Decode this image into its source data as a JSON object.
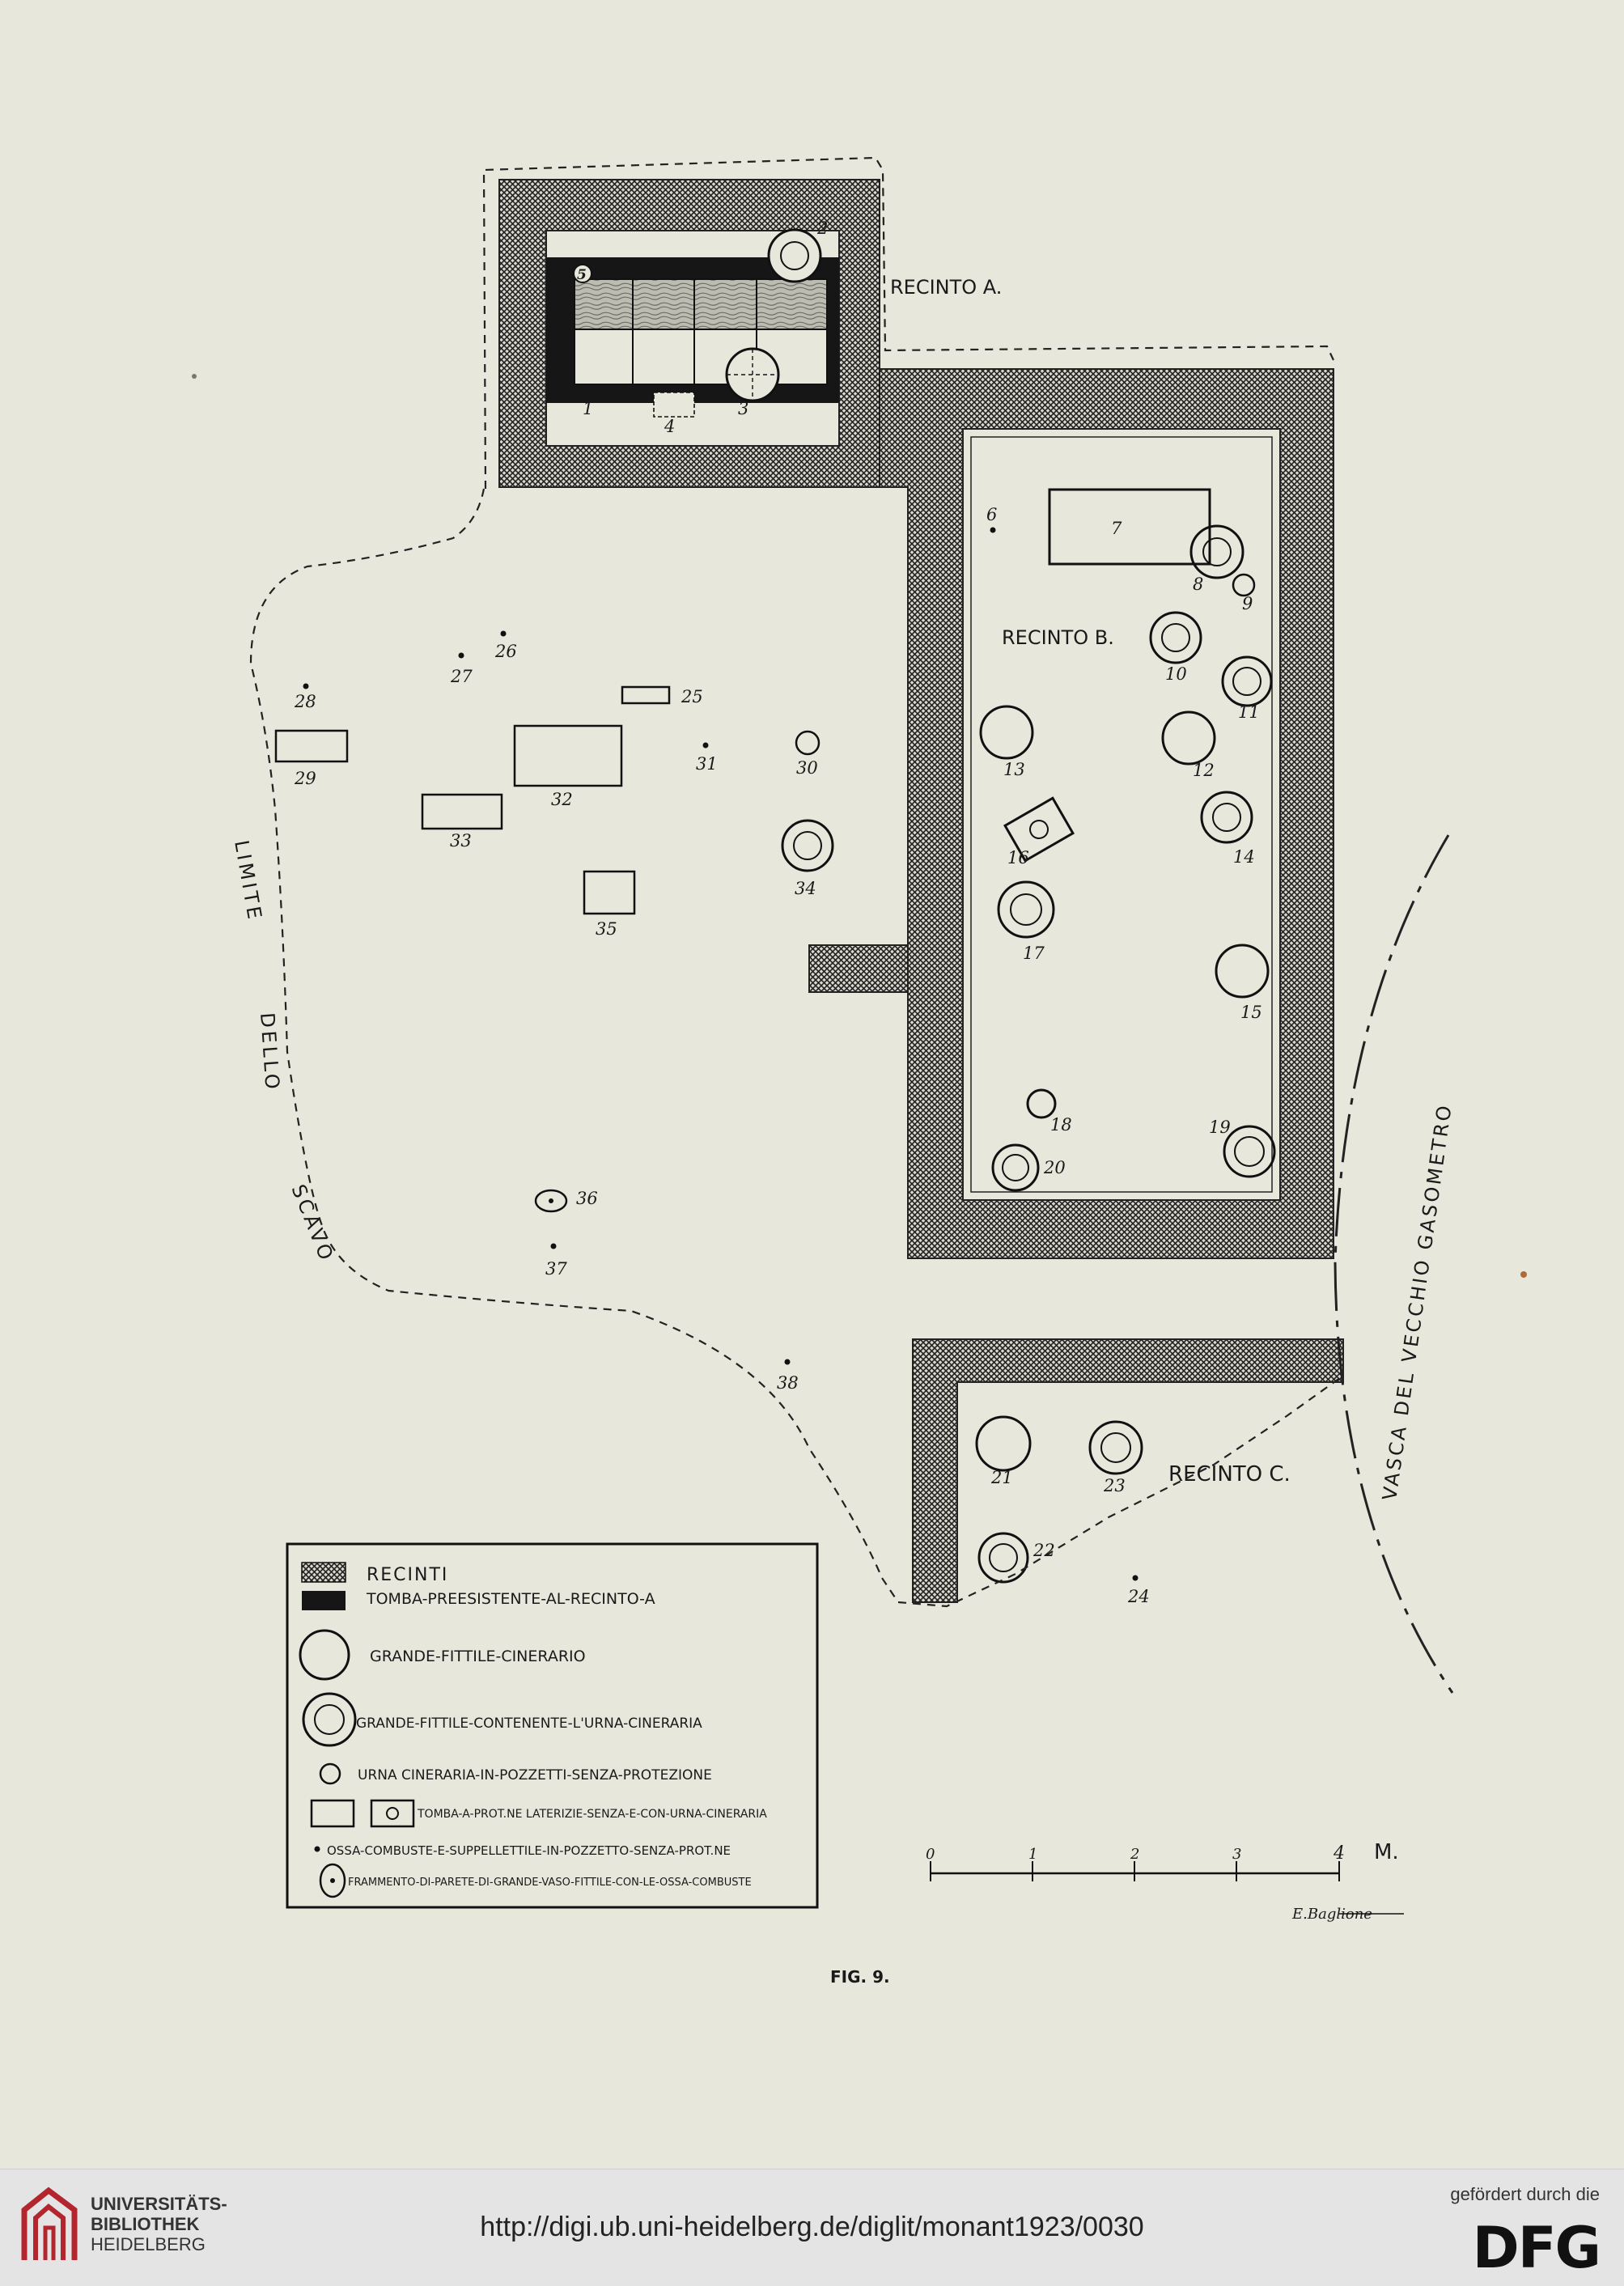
{
  "plan": {
    "recinto_a": "RECINTO A.",
    "recinto_b": "RECINTO B.",
    "recinto_c": "RECINTO C.",
    "limite": [
      "LIMITE",
      "DELLO",
      "SCAVO"
    ],
    "vasca": "VASCA DEL VECCHIO GASOMETRO",
    "numbers": [
      "1",
      "2",
      "3",
      "4",
      "5",
      "6",
      "7",
      "8",
      "9",
      "10",
      "11",
      "12",
      "13",
      "14",
      "15",
      "16",
      "17",
      "18",
      "19",
      "20",
      "21",
      "22",
      "23",
      "24",
      "25",
      "26",
      "27",
      "28",
      "29",
      "30",
      "31",
      "32",
      "33",
      "34",
      "35",
      "36",
      "37",
      "38"
    ]
  },
  "legend": {
    "recinti": "RECINTI",
    "tomba_pre": "TOMBA-PREESISTENTE-AL-RECINTO-A",
    "grande_fittile": "GRANDE-FITTILE-CINERARIO",
    "grande_contenente": "GRANDE-FITTILE-CONTENENTE-L'URNA-CINERARIA",
    "urna_pozzetti": "URNA CINERARIA-IN-POZZETTI-SENZA-PROTEZIONE",
    "tomba_prot": "TOMBA-A-PROT.NE LATERIZIE-SENZA-E-CON-URNA-CINERARIA",
    "ossa": "OSSA-COMBUSTE-E-SUPPELLETTILE-IN-POZZETTO-SENZA-PROT.NE",
    "frammento": "FRAMMENTO-DI-PARETE-DI-GRANDE-VASO-FITTILE-CON-LE-OSSA-COMBUSTE"
  },
  "scale": {
    "ticks": [
      "0",
      "1",
      "2",
      "3",
      "4"
    ],
    "unit": "M."
  },
  "signature": "E.Baglione",
  "caption": "FIG. 9.",
  "footer": {
    "library_lines": [
      "UNIVERSITÄTS-",
      "BIBLIOTHEK",
      "HEIDELBERG"
    ],
    "url": "http://digi.ub.uni-heidelberg.de/diglit/monant1923/0030",
    "funded": "gefördert durch die",
    "dfg": "DFG"
  },
  "colors": {
    "paper": "#e8e7dc",
    "ink": "#1a1a1a",
    "footer": "#e4e4e4",
    "logo_red": "#b3262d"
  }
}
